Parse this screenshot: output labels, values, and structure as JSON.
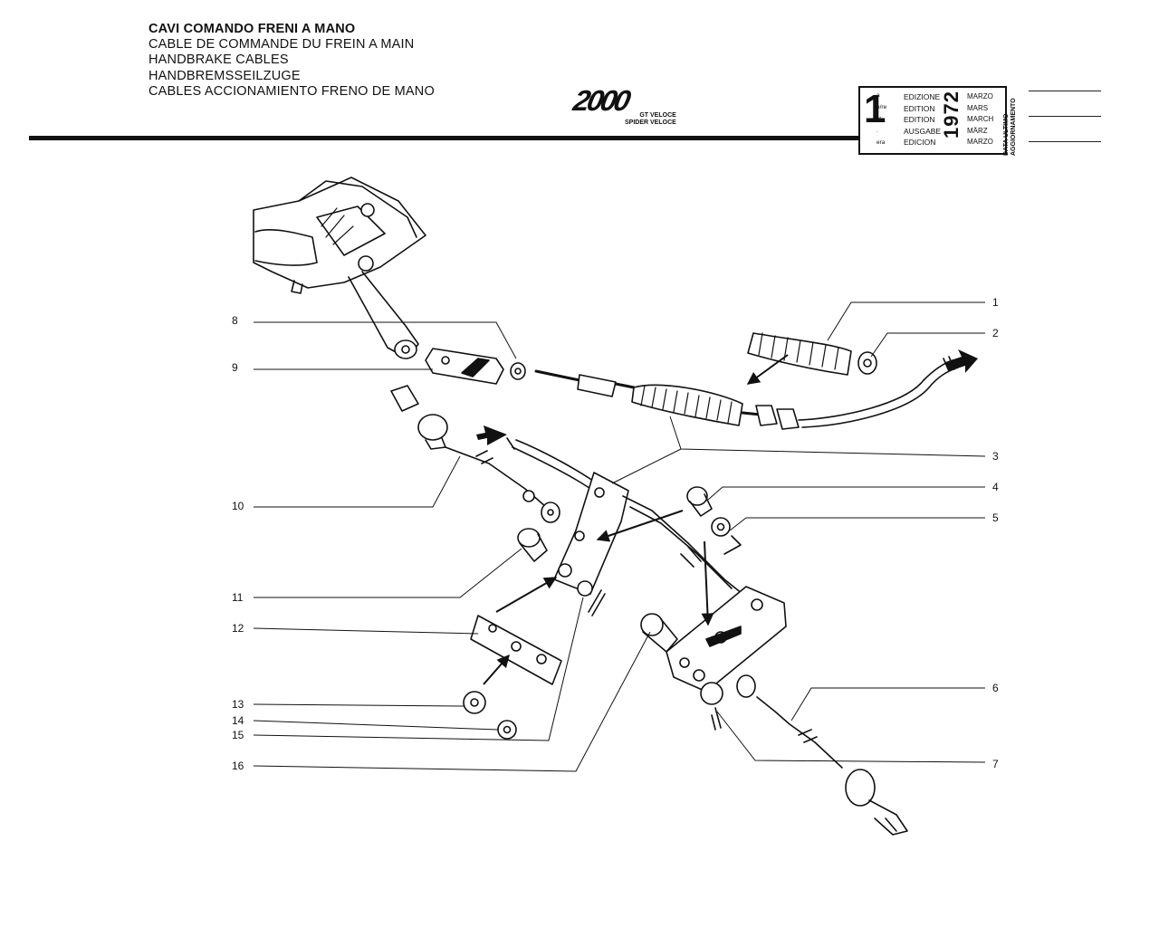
{
  "title_lines": [
    "CAVI COMANDO FRENI A MANO",
    "CABLE DE COMMANDE DU FREIN A MAIN",
    "HANDBRAKE CABLES",
    "HANDBREMSSEILZUGE",
    "CABLES ACCIONAMIENTO FRENO DE MANO"
  ],
  "logo": {
    "model": "2000",
    "variant_1": "GT VELOCE",
    "variant_2": "SPIDER VELOCE"
  },
  "edition_box": {
    "number": "1",
    "suffixes": [
      "a",
      "e/re",
      "st",
      ".",
      "era"
    ],
    "edition_words": [
      "EDIZIONE",
      "EDITION",
      "EDITION",
      "AUSGABE",
      "EDICION"
    ],
    "year": "1972",
    "months": [
      "MARZO",
      "MARS",
      "MARCH",
      "MÄRZ",
      "MARZO"
    ]
  },
  "update_label_1": "DATA ULTIMO",
  "update_label_2": "AGGIORNAMENTO",
  "callouts": {
    "left": [
      "8",
      "9",
      "10",
      "11",
      "12",
      "13",
      "14",
      "15",
      "16"
    ],
    "right": [
      "1",
      "2",
      "3",
      "4",
      "5",
      "6",
      "7"
    ]
  },
  "colors": {
    "ink": "#111111",
    "paper": "#ffffff"
  }
}
